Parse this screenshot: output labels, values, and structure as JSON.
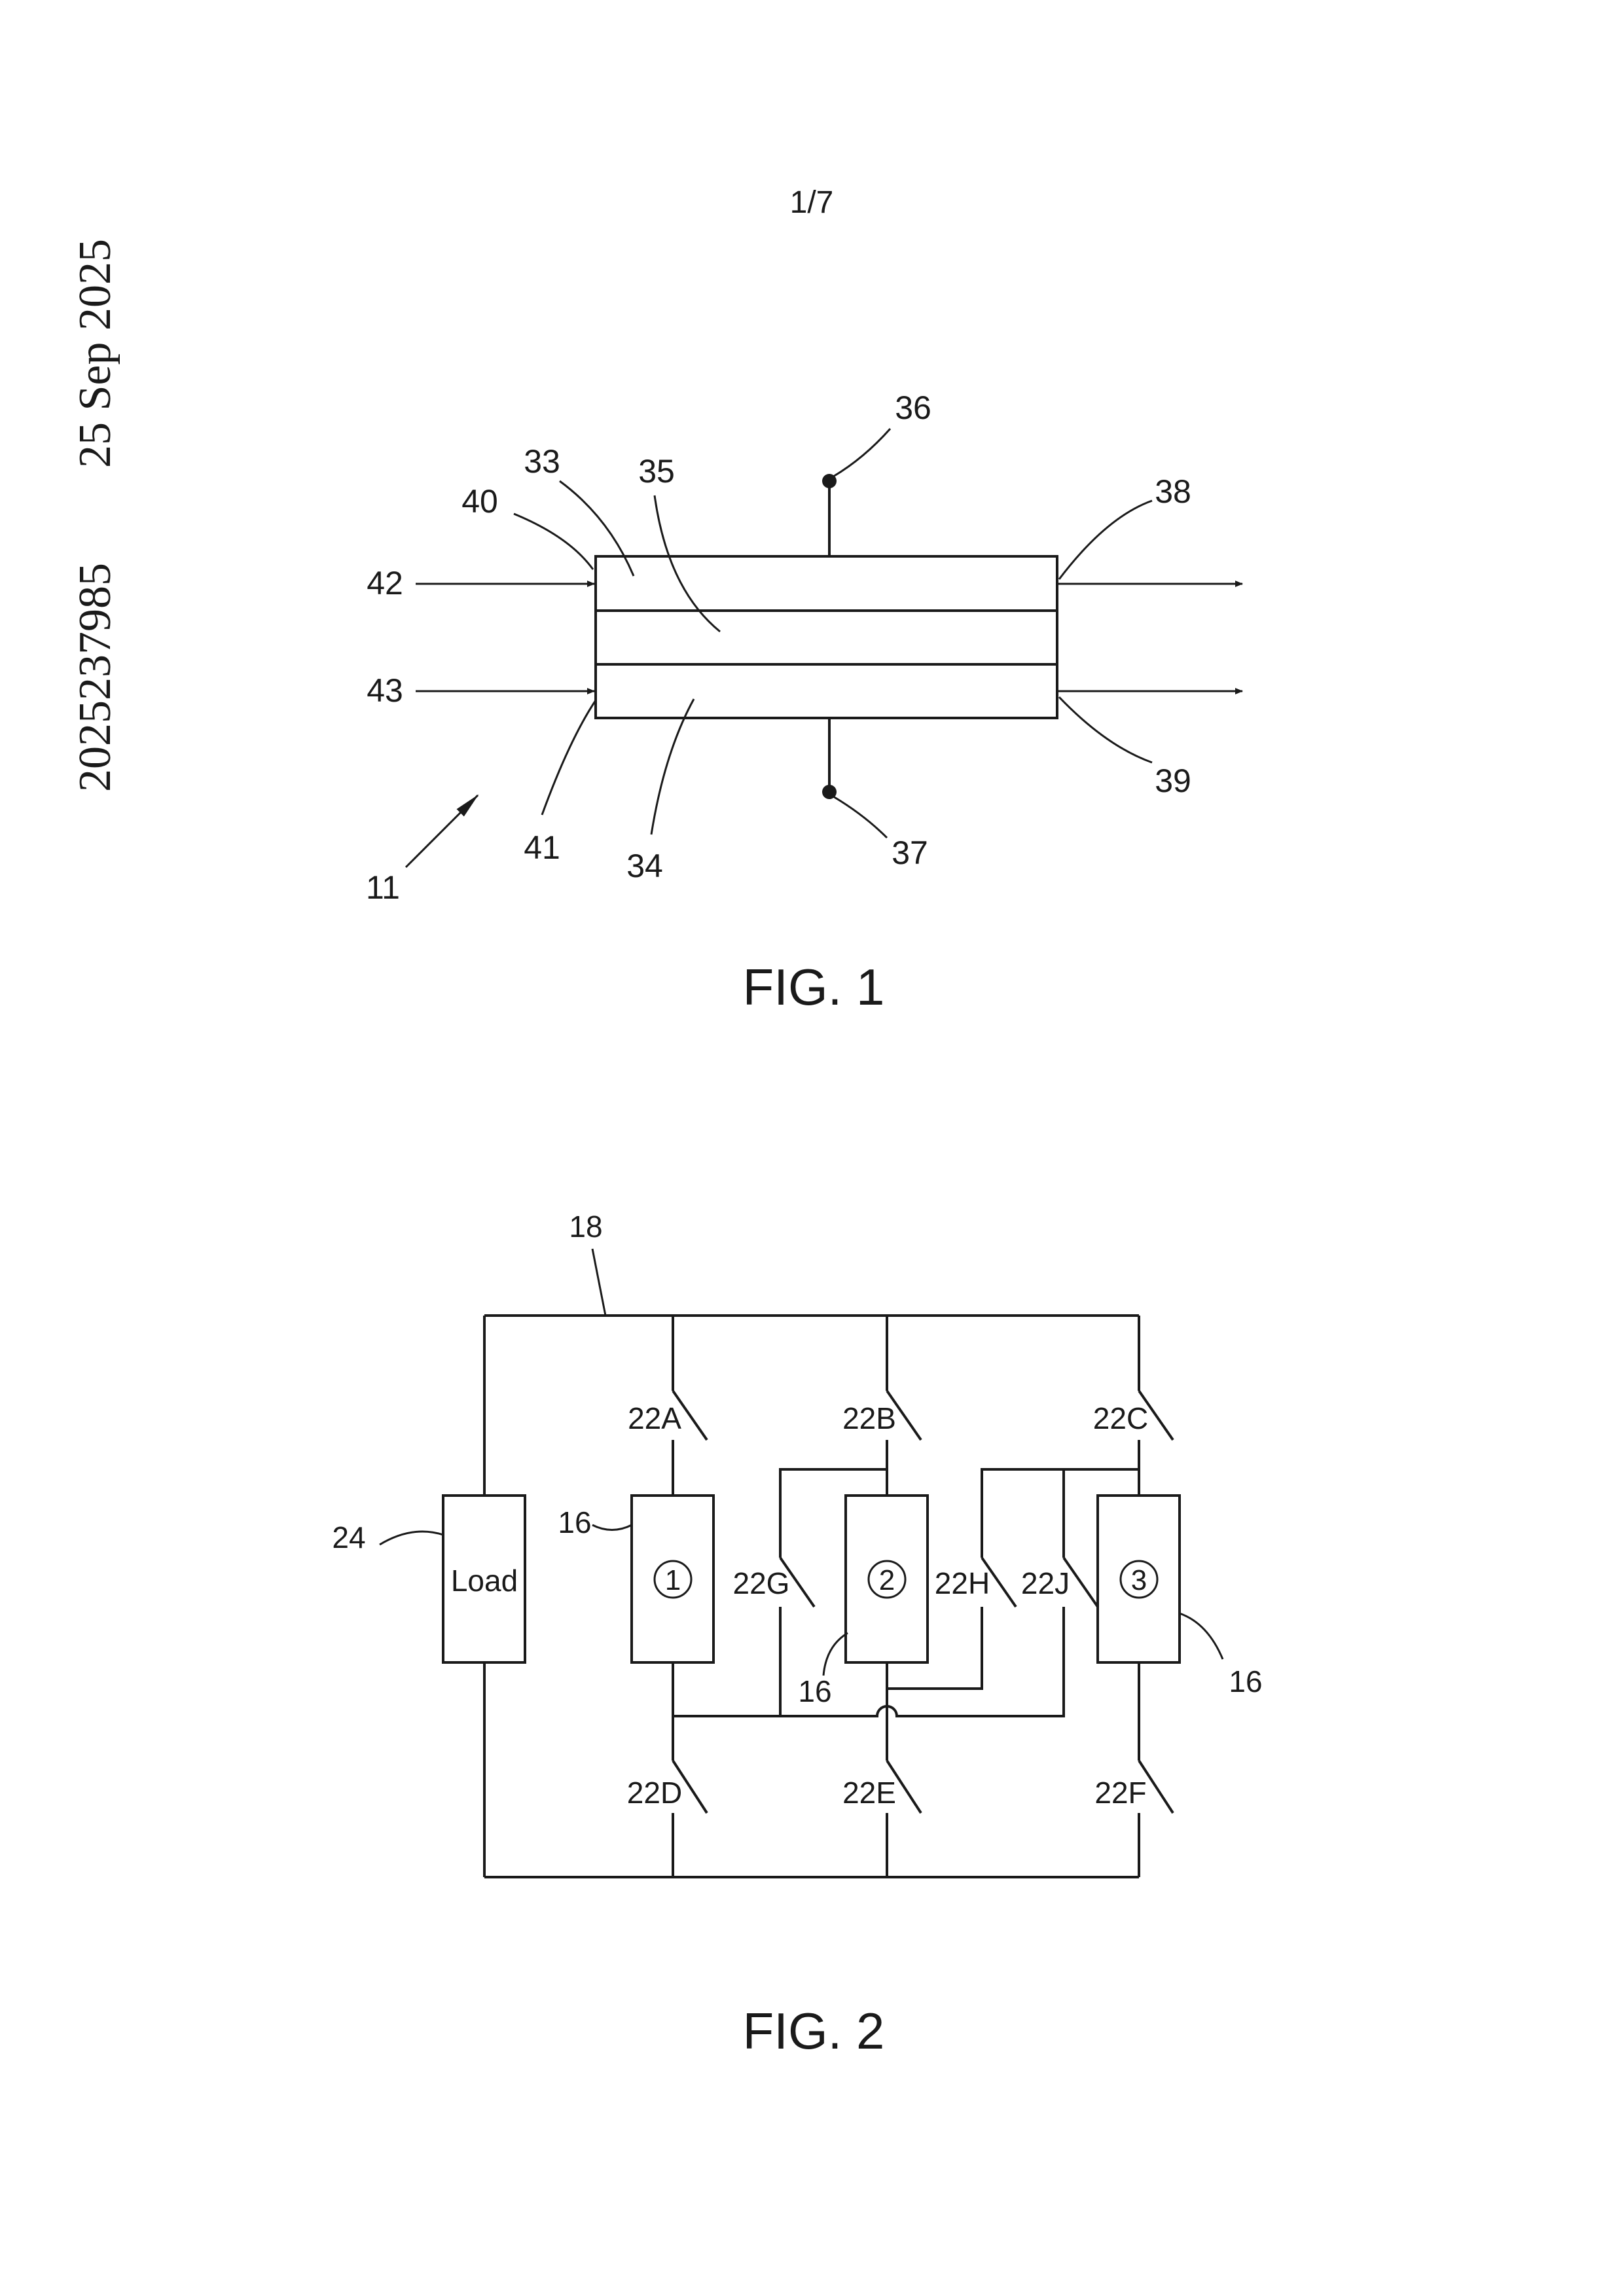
{
  "sheet": {
    "page_number": "1/7",
    "side_date": "25 Sep 2025",
    "side_number": "2025237985"
  },
  "fig1": {
    "caption": "FIG. 1",
    "refs": {
      "r11": "11",
      "r33": "33",
      "r34": "34",
      "r35": "35",
      "r36": "36",
      "r37": "37",
      "r38": "38",
      "r39": "39",
      "r40": "40",
      "r41": "41",
      "r42": "42",
      "r43": "43"
    }
  },
  "fig2": {
    "caption": "FIG. 2",
    "load_label": "Load",
    "cells": [
      "1",
      "2",
      "3"
    ],
    "refs": {
      "r18": "18",
      "r24": "24",
      "r16a": "16",
      "r16b": "16",
      "r16c": "16",
      "s22A": "22A",
      "s22B": "22B",
      "s22C": "22C",
      "s22D": "22D",
      "s22E": "22E",
      "s22F": "22F",
      "s22G": "22G",
      "s22H": "22H",
      "s22J": "22J"
    }
  }
}
